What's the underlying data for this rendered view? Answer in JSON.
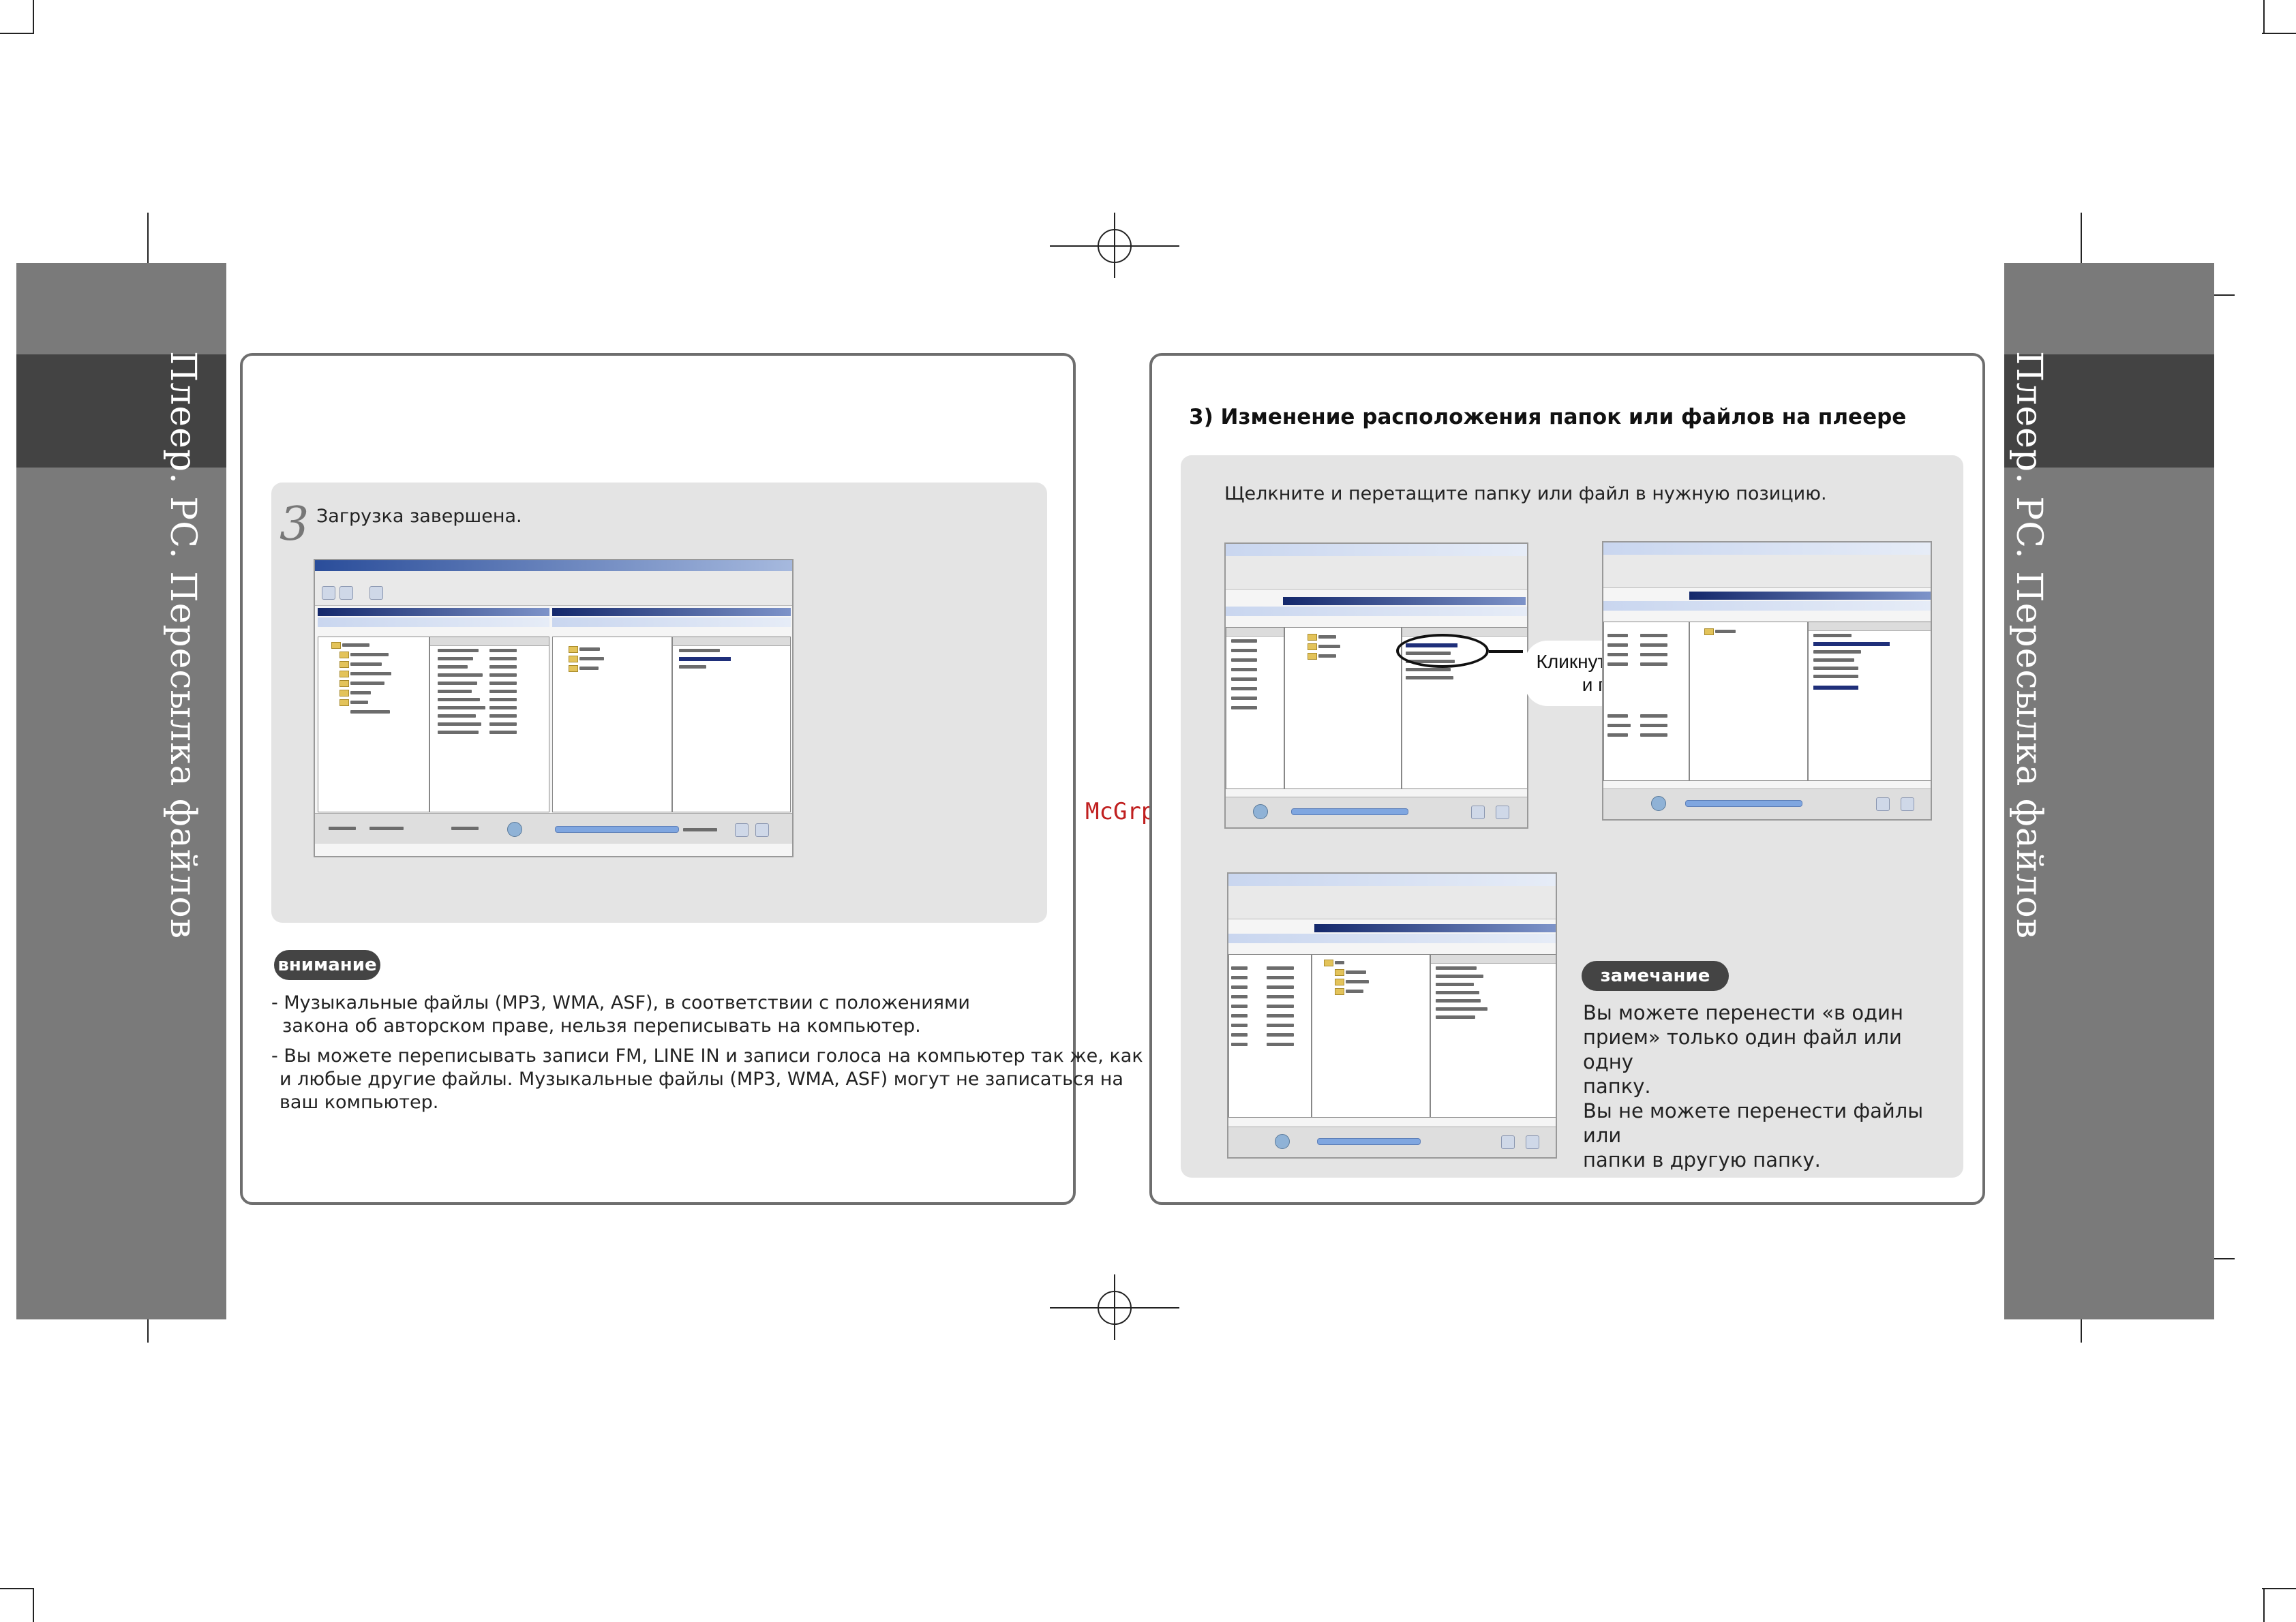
{
  "side_tab": {
    "left_label": "Плеер. PC. Пересылка файлов",
    "right_label": "Плеер. PC. Пересылка файлов"
  },
  "left_panel": {
    "step_number": "3",
    "step_text": "Загрузка завершена.",
    "screenshot_icon": "file-manager-window-screenshot",
    "warning": {
      "badge": "внимание",
      "item1_line1": "- Музыкальные файлы (MP3, WMA, ASF), в соответствии с положениями",
      "item1_line2": "закона об авторском праве, нельзя переписывать на компьютер.",
      "item2_line1": "- Вы можете переписывать записи FM, LINE IN и записи голоса на компьютер так же, как",
      "item2_line2": "и любые другие файлы. Музыкальные файлы (MP3, WMA, ASF) могут не записаться на",
      "item2_line3": "ваш компьютер."
    }
  },
  "right_panel": {
    "heading": "3) Изменение расположения папок  или файлов на плеере",
    "instruction": "Щелкните и перетащите папку или файл в нужную позицию.",
    "callout_line1": "Кликнуть левой кнопкой",
    "callout_line2": "и перетащить",
    "note": {
      "badge": "замечание",
      "line1": "Вы можете перенести «в один",
      "line2": "прием» только один файл или одну",
      "line3": "папку.",
      "line4": "Вы не можете перенести файлы или",
      "line5": "папки в другую папку."
    }
  },
  "watermark": "McGrp.Ru",
  "colors": {
    "side_tab": "#7a7a7a",
    "side_tab_dark": "#434343",
    "panel_border": "#6e6e6e",
    "grey_box": "#e4e4e4",
    "selection": "#1f2f7a",
    "watermark": "#c02020"
  }
}
